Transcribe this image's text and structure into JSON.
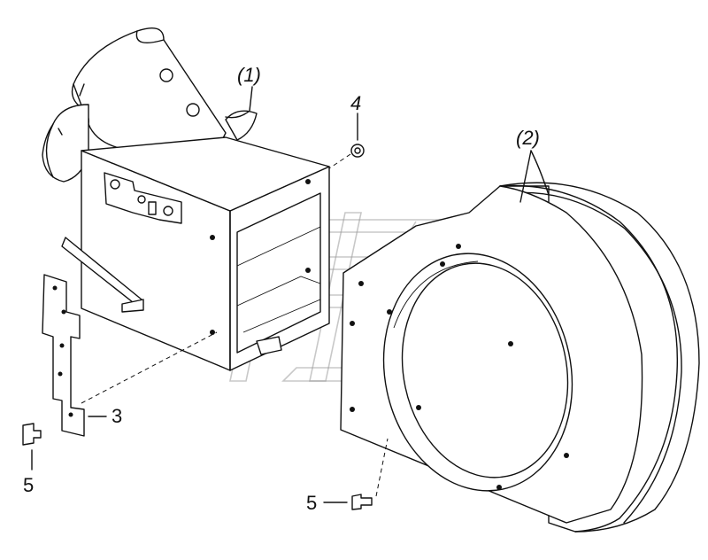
{
  "callouts": {
    "assembly_1": "(1)",
    "assembly_2": "(2)",
    "bracket_3": "3",
    "nut_4": "4",
    "bolt_5_left": "5",
    "bolt_5_right": "5"
  },
  "colors": {
    "line": "#111111",
    "watermark": "#9a9a9a",
    "background": "#ffffff"
  }
}
